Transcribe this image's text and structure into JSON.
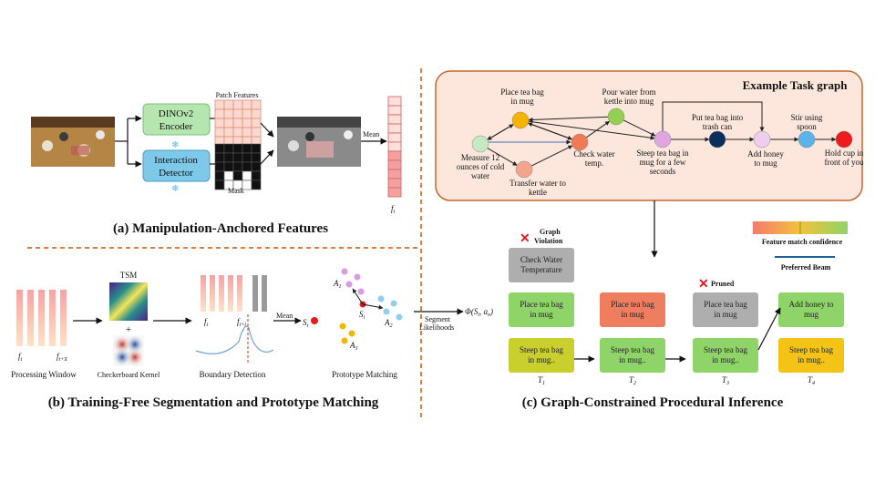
{
  "panel_a": {
    "encoder_line1": "DINOv2",
    "encoder_line2": "Encoder",
    "detector_line1": "Interaction",
    "detector_line2": "Detector",
    "patch_features_label": "Patch Features",
    "mask_label": "Mask",
    "mean_label": "Mean",
    "feature_label": "f",
    "feature_sub": "t",
    "caption": "(a) Manipulation-Anchored Features"
  },
  "panel_b": {
    "tsm_label": "TSM",
    "plus": "+",
    "kernel_label": "Checkerboard Kernel",
    "window_label": "Processing Window",
    "ft_label": "f",
    "ft_sub": "t",
    "ftx_sub": "t+X",
    "fti_sub": "t+i",
    "boundary_label": "Boundary Detection",
    "mean_label": "Mean",
    "si_label": "S",
    "si_sub": "i",
    "prototype_label": "Prototype Matching",
    "a1": "A",
    "a1_sub": "1",
    "a2": "A",
    "a2_sub": "2",
    "a3": "A",
    "a3_sub": "3",
    "segment_likelihoods_line1": "Segment",
    "segment_likelihoods_line2": "Likelihoods",
    "phi_label": "Φ(S",
    "phi_sub1": "i",
    "phi_mid": ", a",
    "phi_sub2": "n",
    "phi_end": ")",
    "caption": "(b) Training-Free Segmentation and Prototype Matching"
  },
  "task_graph": {
    "title": "Example Task graph",
    "nodes": [
      {
        "id": "measure",
        "label_lines": [
          "Measure 12",
          "ounces of cold",
          "water"
        ],
        "color": "#c6e8c3"
      },
      {
        "id": "place",
        "label_lines": [
          "Place tea bag",
          "in mug"
        ],
        "color": "#f5b400"
      },
      {
        "id": "transfer",
        "label_lines": [
          "Transfer water to",
          "kettle"
        ],
        "color": "#f2a58c"
      },
      {
        "id": "check",
        "label_lines": [
          "Check water",
          "temp."
        ],
        "color": "#ef7a55"
      },
      {
        "id": "pour",
        "label_lines": [
          "Pour water from",
          "kettle into mug"
        ],
        "color": "#92d050"
      },
      {
        "id": "steep",
        "label_lines": [
          "Steep tea bag in",
          "mug for a few",
          "seconds"
        ],
        "color": "#dfa6df"
      },
      {
        "id": "trash",
        "label_lines": [
          "Put tea bag into",
          "trash can"
        ],
        "color": "#0b2e5c"
      },
      {
        "id": "honey",
        "label_lines": [
          "Add honey",
          "to mug"
        ],
        "color": "#efcdef"
      },
      {
        "id": "stir",
        "label_lines": [
          "Stir using",
          "spoon"
        ],
        "color": "#5ab4e8"
      },
      {
        "id": "hold",
        "label_lines": [
          "Hold cup in",
          "front of you"
        ],
        "color": "#ee1c1c"
      }
    ]
  },
  "panel_c": {
    "graph_violation_line1": "Graph",
    "graph_violation_line2": "Violation",
    "pruned_label": "Pruned",
    "confidence_label": "Feature match confidence",
    "preferred_beam_label": "Preferred Beam",
    "boxes": [
      {
        "id": "t1-check",
        "label_lines": [
          "Check Water",
          "Temperature"
        ],
        "color": "#aeaeae"
      },
      {
        "id": "t1-place",
        "label_lines": [
          "Place tea bag",
          "in mug"
        ],
        "color": "#8fd468"
      },
      {
        "id": "t1-steep",
        "label_lines": [
          "Steep tea bag",
          "in mug.."
        ],
        "color": "#c9cf2c"
      },
      {
        "id": "t2-place",
        "label_lines": [
          "Place tea bag",
          "in mug"
        ],
        "color": "#ef7d5f"
      },
      {
        "id": "t2-steep",
        "label_lines": [
          "Steep tea bag",
          "in mug.."
        ],
        "color": "#8fd468"
      },
      {
        "id": "t3-place",
        "label_lines": [
          "Place tea bag",
          "in mug"
        ],
        "color": "#aeaeae"
      },
      {
        "id": "t3-steep",
        "label_lines": [
          "Steep tea bag",
          "in mug.."
        ],
        "color": "#8fd468"
      },
      {
        "id": "t4-honey",
        "label_lines": [
          "Add honey to",
          "mug"
        ],
        "color": "#8fd468"
      },
      {
        "id": "t4-steep",
        "label_lines": [
          "Steep tea bag",
          "in mug.."
        ],
        "color": "#f3c416"
      }
    ],
    "timesteps": [
      {
        "main": "T",
        "sub": "1"
      },
      {
        "main": "T",
        "sub": "2"
      },
      {
        "main": "T",
        "sub": "3"
      },
      {
        "main": "T",
        "sub": "4"
      }
    ],
    "caption": "(c) Graph-Constrained Procedural Inference"
  }
}
